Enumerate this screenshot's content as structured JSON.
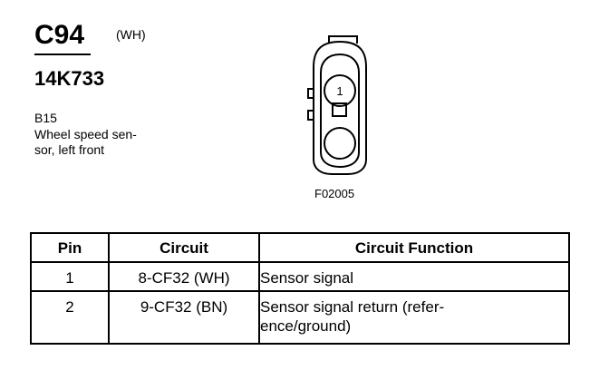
{
  "connector": {
    "id": "C94",
    "color_code": "(WH)",
    "part_number": "14K733",
    "location_code": "B15",
    "description_lines": [
      "Wheel speed sen-",
      "sor, left front"
    ]
  },
  "figure": {
    "code": "F02005",
    "pin_label": "1"
  },
  "table": {
    "headers": [
      "Pin",
      "Circuit",
      "Circuit Function"
    ],
    "rows": [
      {
        "pin": "1",
        "circuit": "8-CF32 (WH)",
        "function_lines": [
          "Sensor signal"
        ]
      },
      {
        "pin": "2",
        "circuit": "9-CF32 (BN)",
        "function_lines": [
          "Sensor signal return (refer-",
          "ence/ground)"
        ]
      }
    ]
  }
}
